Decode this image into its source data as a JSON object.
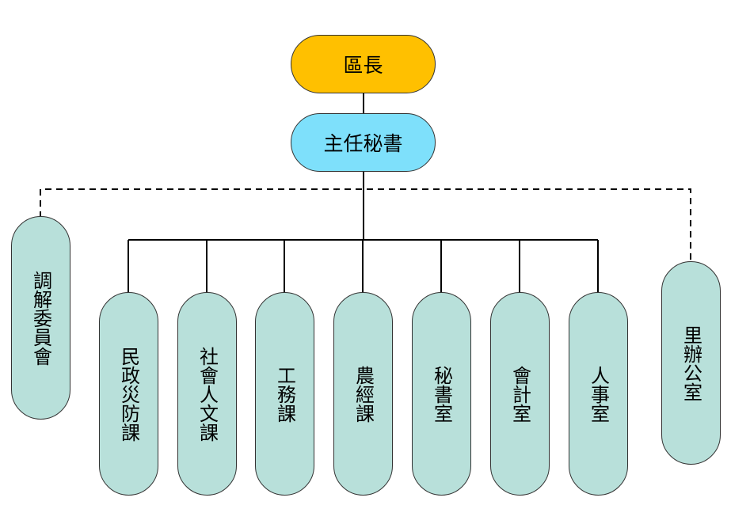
{
  "chief": {
    "label": "區長",
    "color": "#ffc000"
  },
  "secretary": {
    "label": "主任秘書",
    "color": "#7ee0fb"
  },
  "side_units": [
    {
      "label": "調解委員會"
    },
    {
      "label": "里辦公室"
    }
  ],
  "departments": [
    {
      "label": "民政災防課"
    },
    {
      "label": "社會人文課"
    },
    {
      "label": "工務課"
    },
    {
      "label": "農經課"
    },
    {
      "label": "秘書室"
    },
    {
      "label": "會計室"
    },
    {
      "label": "人事室"
    }
  ],
  "node_color": "#b8e0da"
}
